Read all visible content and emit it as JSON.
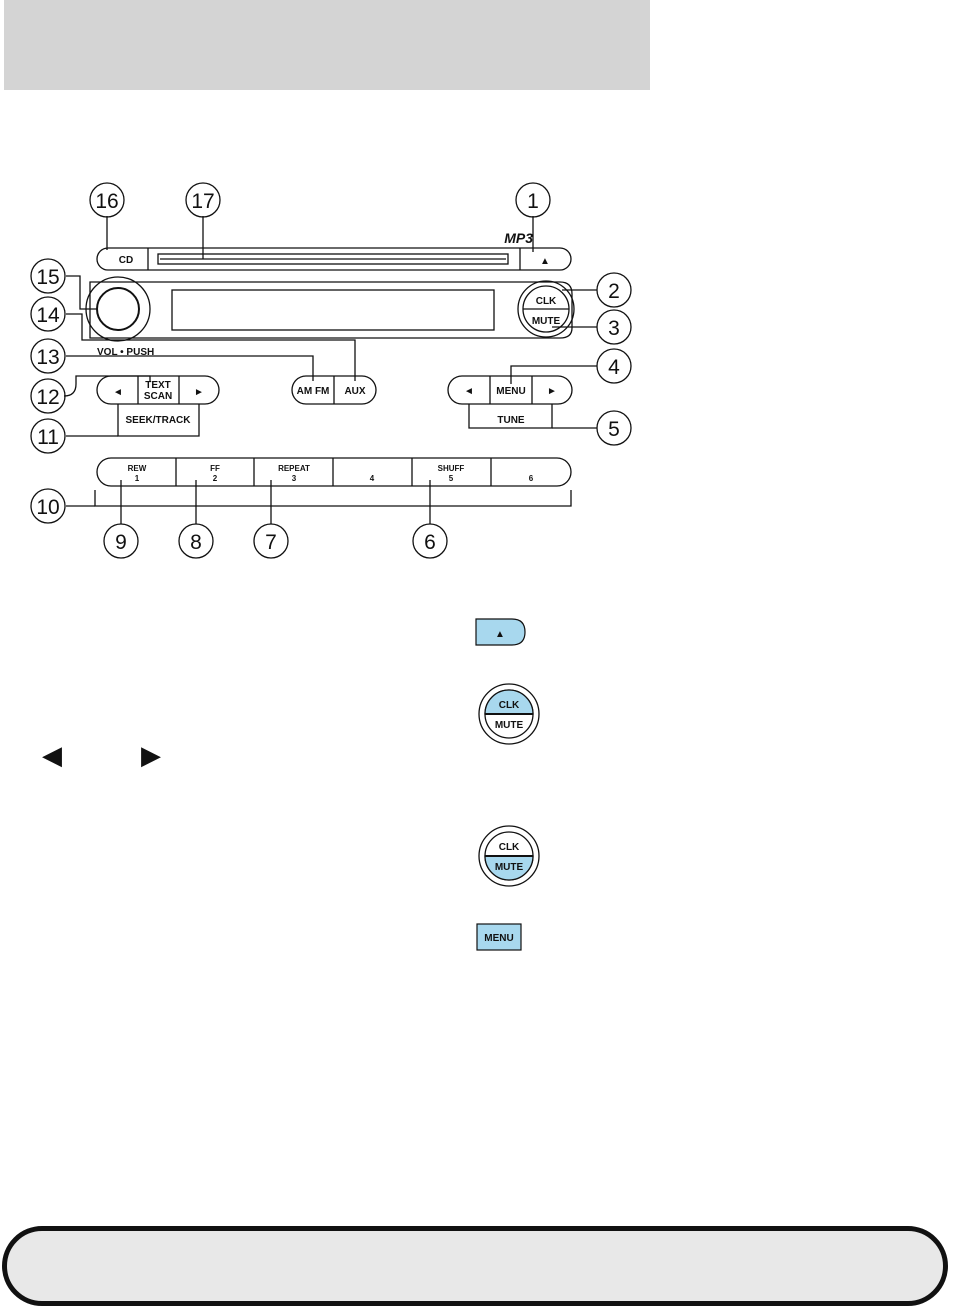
{
  "radio": {
    "brand_badge": "MP3",
    "cd_button": "CD",
    "eject_glyph": "▲",
    "clk_button": "CLK",
    "mute_button": "MUTE",
    "vol_label": "VOL • PUSH",
    "seek_left_glyph": "◄",
    "seek_right_glyph": "►",
    "text_line1": "TEXT",
    "text_line2": "SCAN",
    "seek_track_label": "SEEK/TRACK",
    "amfm_button": "AM FM",
    "aux_button": "AUX",
    "tune_left_glyph": "◄",
    "tune_right_glyph": "►",
    "menu_button": "MENU",
    "tune_label": "TUNE",
    "presets": [
      {
        "name": "REW",
        "num": "1"
      },
      {
        "name": "FF",
        "num": "2"
      },
      {
        "name": "REPEAT",
        "num": "3"
      },
      {
        "name": "",
        "num": "4"
      },
      {
        "name": "SHUFF",
        "num": "5"
      },
      {
        "name": "",
        "num": "6"
      }
    ]
  },
  "callouts": [
    "1",
    "2",
    "3",
    "4",
    "5",
    "6",
    "7",
    "8",
    "9",
    "10",
    "11",
    "12",
    "13",
    "14",
    "15",
    "16",
    "17"
  ],
  "icons": {
    "eject": "▲",
    "clk": "CLK",
    "mute": "MUTE",
    "menu": "MENU",
    "seek_left": "◀",
    "seek_right": "▶"
  },
  "colors": {
    "highlight": "#a8d8ee",
    "header_band": "#d4d4d4",
    "footer_band": "#e8e8e8"
  }
}
